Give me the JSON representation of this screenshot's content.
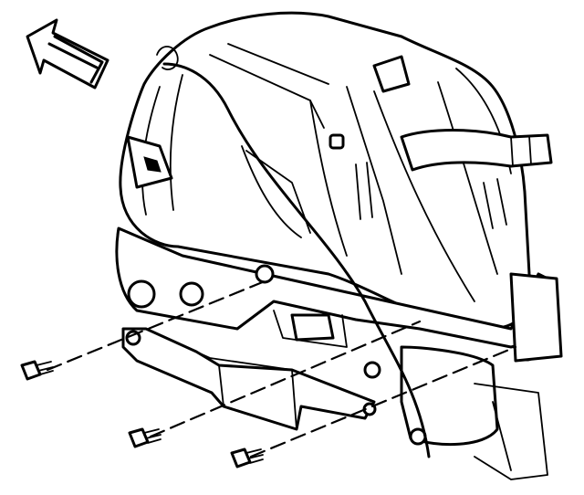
{
  "diagram": {
    "labels": [],
    "colors": {
      "ink": "#000000",
      "paper": "#ffffff"
    },
    "parts": [
      {
        "name": "direction-arrow-icon"
      },
      {
        "name": "engine-upper-assembly"
      },
      {
        "name": "mounting-bracket"
      },
      {
        "name": "bolt-left"
      },
      {
        "name": "bolt-center"
      },
      {
        "name": "bolt-right"
      },
      {
        "name": "cable-line"
      },
      {
        "name": "hose-pipe"
      }
    ]
  }
}
